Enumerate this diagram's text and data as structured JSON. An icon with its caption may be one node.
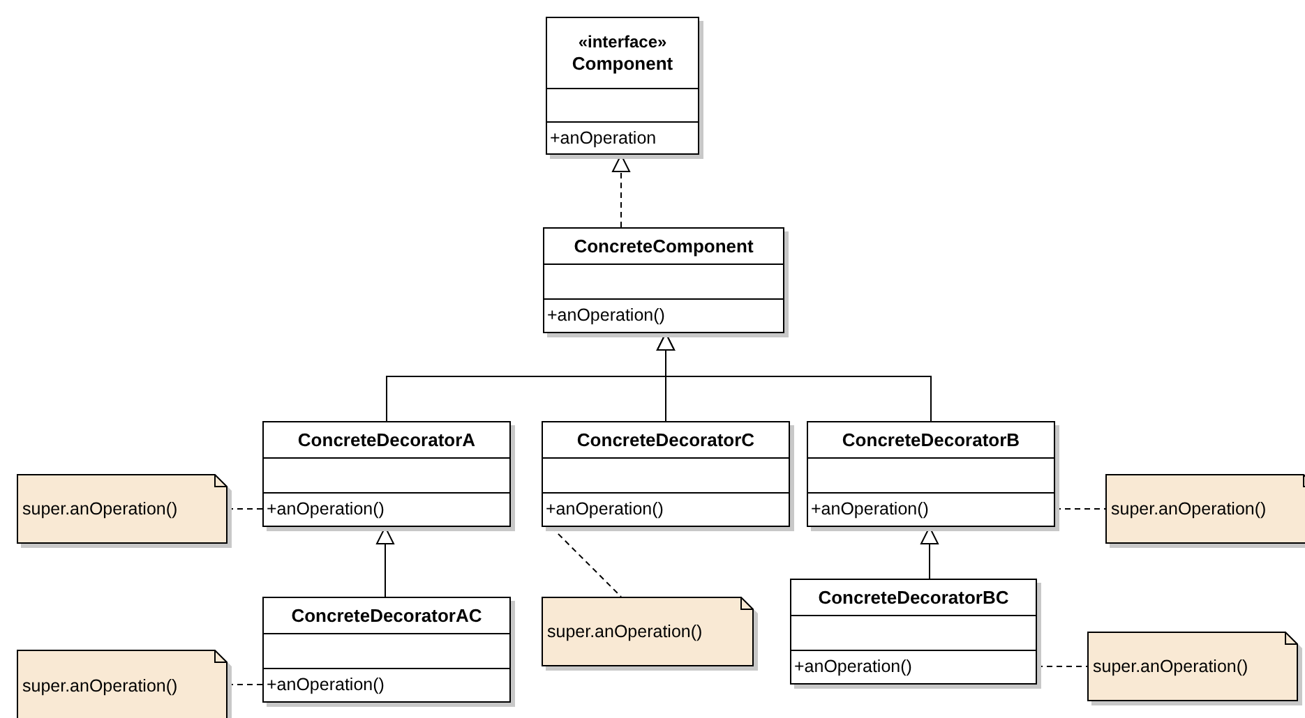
{
  "diagram": {
    "nodes": [
      {
        "text": [
          "«interface»",
          "Component",
          "+anOperation"
        ]
      },
      {
        "text": [
          "ConcreteComponent",
          "+anOperation()"
        ]
      },
      {
        "text": [
          "ConcreteDecoratorA",
          "+anOperation()"
        ]
      },
      {
        "text": [
          "ConcreteDecoratorC",
          "+anOperation()"
        ]
      },
      {
        "text": [
          "ConcreteDecoratorB",
          "+anOperation()"
        ]
      },
      {
        "text": [
          "ConcreteDecoratorAC",
          "+anOperation()"
        ]
      },
      {
        "text": [
          "ConcreteDecoratorBC",
          "+anOperation()"
        ]
      },
      {
        "text": [
          "super.anOperation()"
        ]
      },
      {
        "text": [
          "super.anOperation()"
        ]
      },
      {
        "text": [
          "super.anOperation()"
        ]
      },
      {
        "text": [
          "super.anOperation()"
        ]
      },
      {
        "text": [
          "super.anOperation()"
        ]
      }
    ],
    "edges": [
      {
        "from": 1,
        "to": 0,
        "arrow": "to",
        "style": "dashed"
      },
      {
        "from": 2,
        "to": 1,
        "arrow": "to"
      },
      {
        "from": 3,
        "to": 1,
        "arrow": "to"
      },
      {
        "from": 4,
        "to": 1,
        "arrow": "to"
      },
      {
        "from": 5,
        "to": 2,
        "arrow": "to"
      },
      {
        "from": 6,
        "to": 4,
        "arrow": "to"
      },
      {
        "from": 7,
        "to": 2,
        "arrow": "none",
        "style": "dashed"
      },
      {
        "from": 3,
        "to": 8,
        "arrow": "none",
        "style": "dashed"
      },
      {
        "from": 4,
        "to": 9,
        "arrow": "none",
        "style": "dashed"
      },
      {
        "from": 10,
        "to": 5,
        "arrow": "none",
        "style": "dashed"
      },
      {
        "from": 6,
        "to": 11,
        "arrow": "none",
        "style": "dashed"
      }
    ]
  }
}
